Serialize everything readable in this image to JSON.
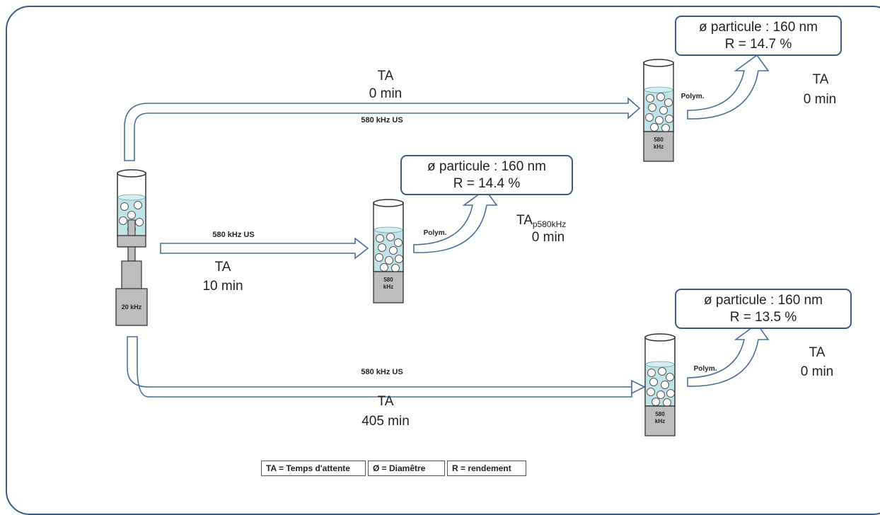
{
  "source": {
    "stage_label": "20 kHz"
  },
  "routes": {
    "top": {
      "wait_label": "TA",
      "wait_time": "0 min",
      "us_label": "580 kHz US",
      "polym_label": "Polym.",
      "reactor_label_1": "580",
      "reactor_label_2": "kHz",
      "result_line1": "ø particule : 160 nm",
      "result_line2": "R = 14.7 %",
      "after_label": "TA",
      "after_time": "0 min"
    },
    "middle": {
      "us_label": "580 kHz US",
      "wait_label": "TA",
      "wait_time": "10 min",
      "polym_label": "Polym.",
      "reactor_label_1": "580",
      "reactor_label_2": "kHz",
      "result_line1": "ø particule : 160 nm",
      "result_line2": "R = 14.4 %",
      "after_label": "TA",
      "after_sub": "p580kHz",
      "after_time": "0 min"
    },
    "bottom": {
      "us_label": "580 kHz US",
      "wait_label": "TA",
      "wait_time": "405 min",
      "polym_label": "Polym.",
      "reactor_label_1": "580",
      "reactor_label_2": "kHz",
      "result_line1": "ø particule : 160 nm",
      "result_line2": "R = 13.5 %",
      "after_label": "TA",
      "after_time": "0 min"
    }
  },
  "legend": {
    "ta": "TA = Temps d'attente",
    "phi": "Ø = Diamêtre",
    "r": "R = rendement"
  },
  "colors": {
    "frame": "#3a5a86",
    "arrow_outline": "#4a6d9c",
    "liquid": "#bfe3e8",
    "horn": "#bdbdbd"
  }
}
